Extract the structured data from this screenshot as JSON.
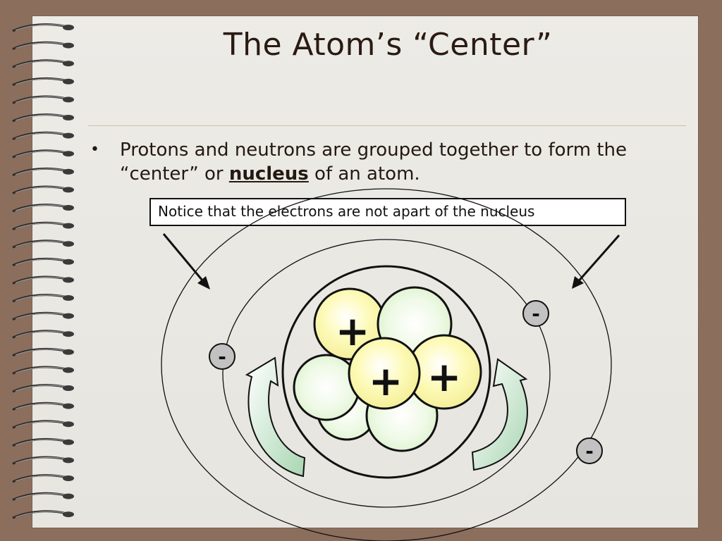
{
  "slide": {
    "title": "The Atom’s “Center”",
    "bullet": {
      "marker": "•",
      "text_before": "Protons and neutrons are grouped together to form the “center” or ",
      "keyword": "nucleus",
      "text_after": " of an atom."
    },
    "notice": "Notice that the electrons are not apart of the nucleus"
  },
  "diagram": {
    "proton_label": "+",
    "electron_label": "-",
    "colors": {
      "proton": "#fdfab8",
      "neutron": "#e9f8de",
      "orbit": "#111111",
      "arrow_fill": "#c2e2c8"
    }
  }
}
